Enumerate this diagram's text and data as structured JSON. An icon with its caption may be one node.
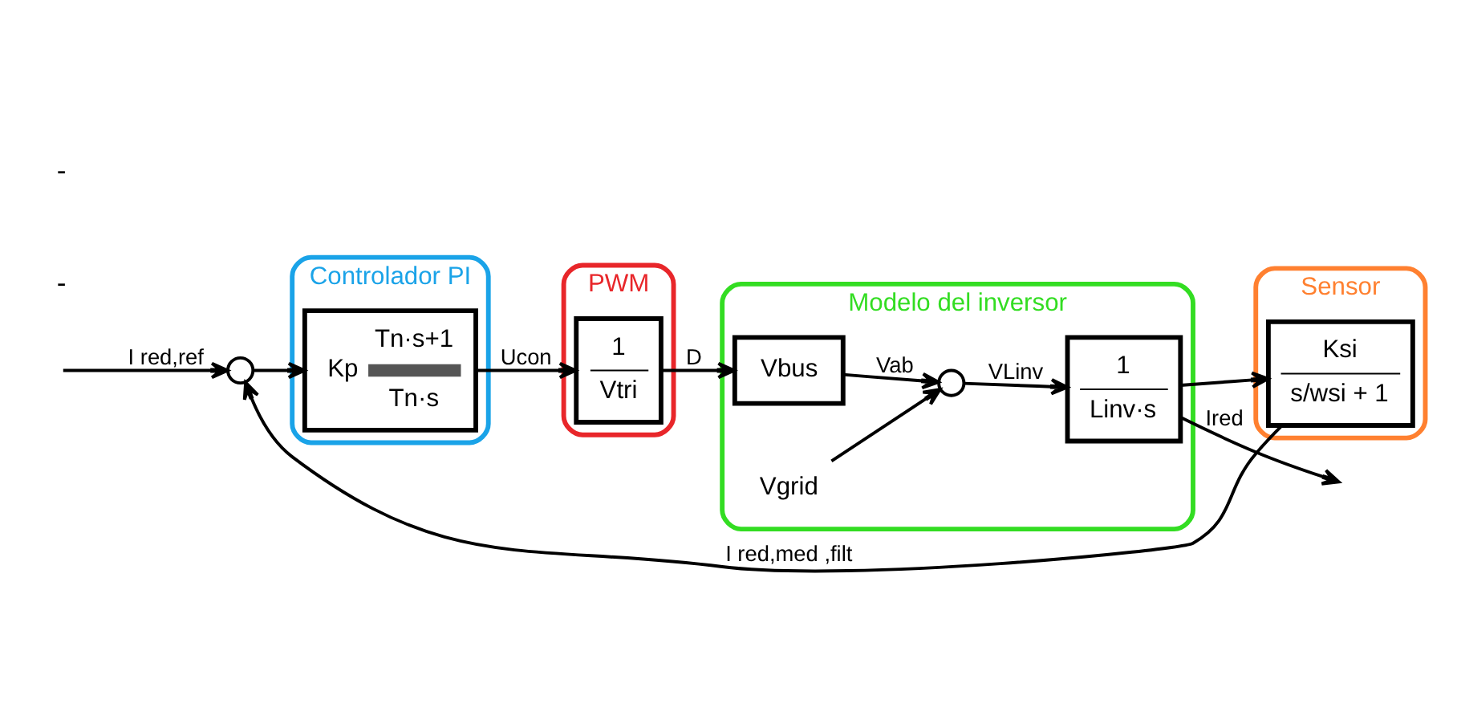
{
  "diagram": {
    "nodes": [
      {
        "text": [],
        "shape": "circle"
      },
      {
        "text": [
          "Controlador PI"
        ]
      },
      {
        "text": [
          "Kp",
          "Tn·s+1",
          "Tn·s"
        ],
        "in": 1
      },
      {
        "text": [
          "PWM"
        ]
      },
      {
        "text": [
          "1",
          "Vtri"
        ],
        "in": 3
      },
      {
        "text": [
          "Modelo del inversor"
        ]
      },
      {
        "text": [
          "Vbus"
        ],
        "in": 5
      },
      {
        "text": [],
        "shape": "circle",
        "in": 5
      },
      {
        "text": [
          "1",
          "Linv·s"
        ],
        "in": 5
      },
      {
        "text": [
          "Vgrid"
        ],
        "in": 5
      },
      {
        "text": [
          "Sensor"
        ]
      },
      {
        "text": [
          "Ksi",
          "s/wsi + 1"
        ],
        "in": 10
      }
    ],
    "edges": [
      {
        "from": null,
        "to": 0,
        "arrow": "to",
        "label": "I red,ref"
      },
      {
        "from": 0,
        "to": 2,
        "arrow": "to"
      },
      {
        "from": 2,
        "to": 4,
        "arrow": "to",
        "label": "Ucon"
      },
      {
        "from": 4,
        "to": 6,
        "arrow": "to",
        "label": "D"
      },
      {
        "from": 6,
        "to": 7,
        "arrow": "to",
        "label": "Vab"
      },
      {
        "from": 7,
        "to": 8,
        "arrow": "to",
        "label": "VLinv"
      },
      {
        "from": 9,
        "to": 7,
        "arrow": "to"
      },
      {
        "from": 8,
        "to": null,
        "arrow": "to",
        "label": "Ired"
      },
      {
        "from": 8,
        "to": 11,
        "arrow": "to"
      },
      {
        "from": 11,
        "to": 0,
        "arrow": "to",
        "label": "I red,med ,filt"
      }
    ],
    "labels": [
      "-",
      "-"
    ]
  }
}
